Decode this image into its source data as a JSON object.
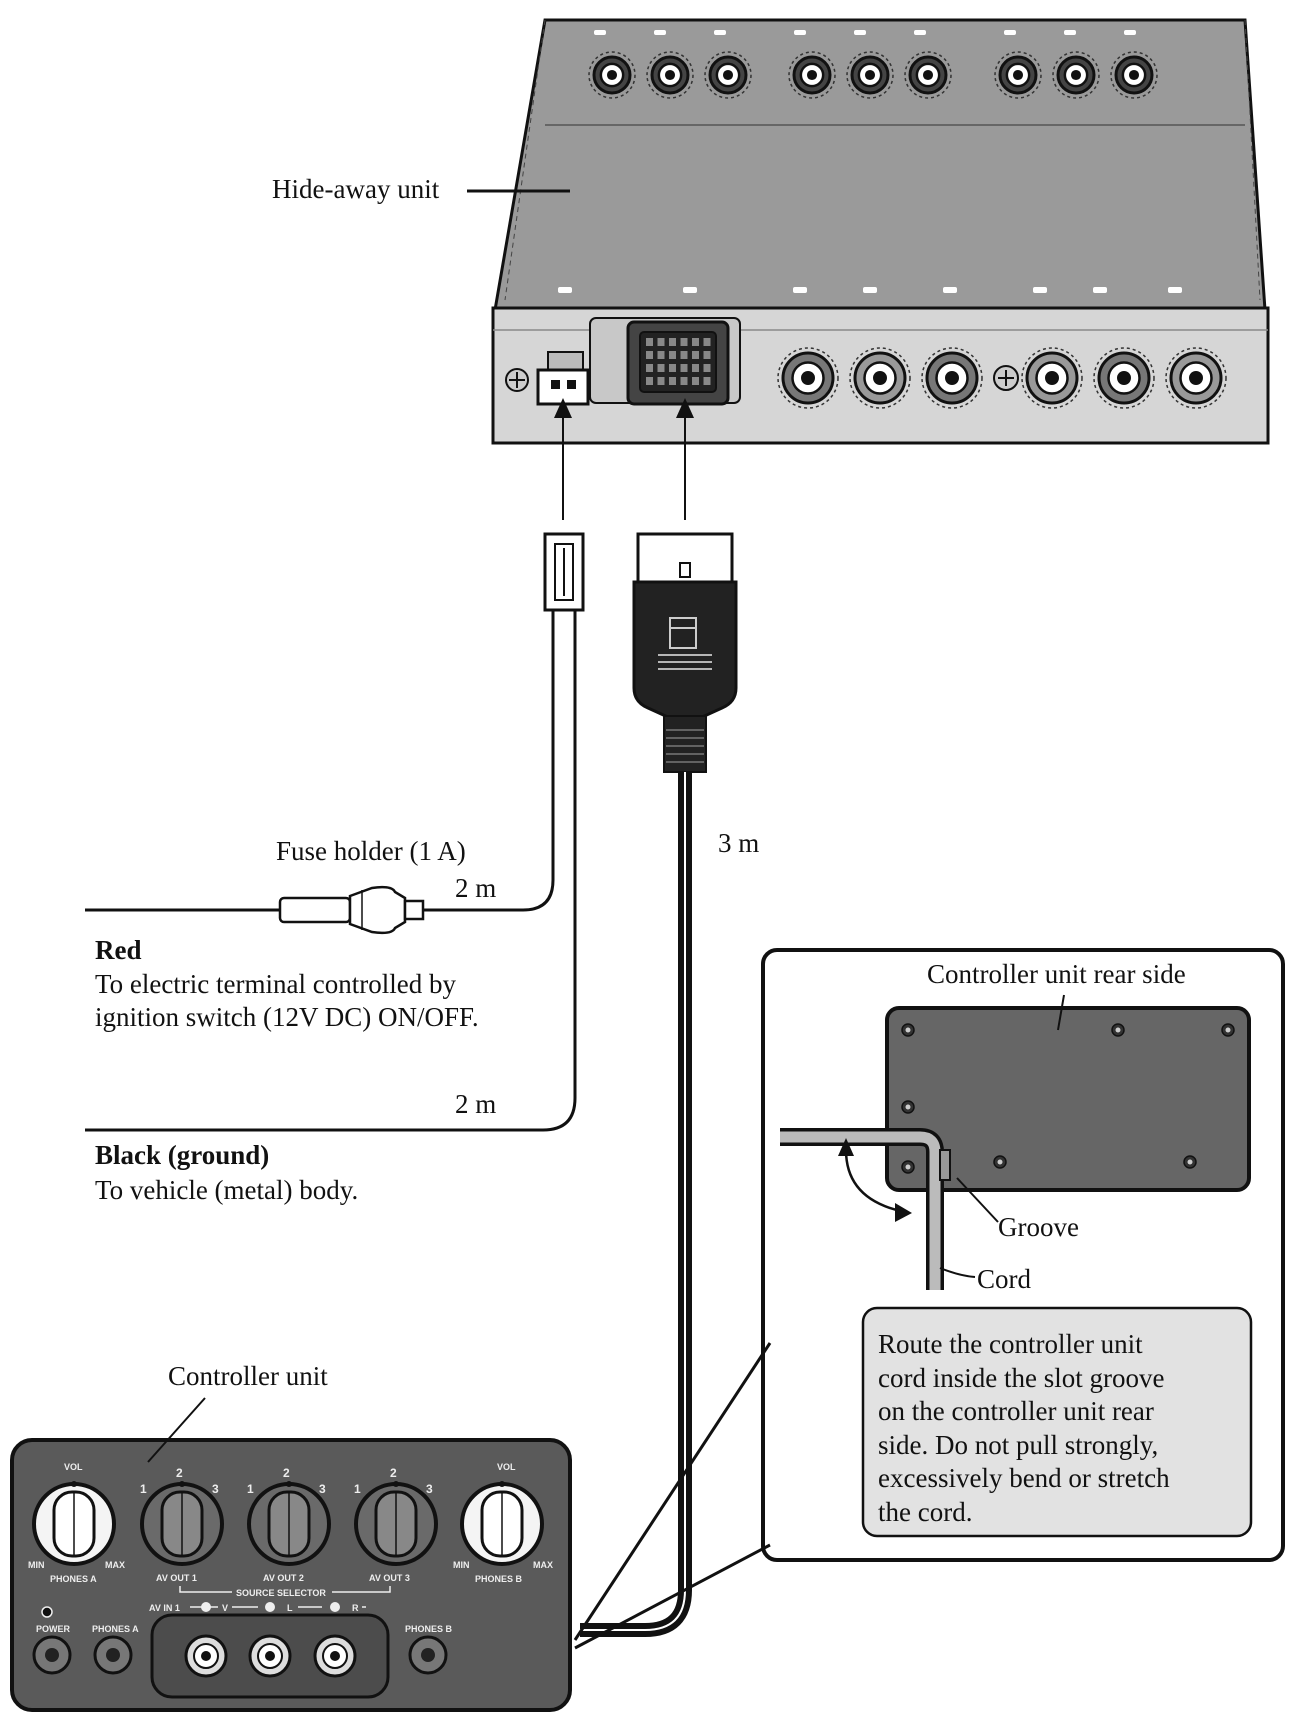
{
  "labels": {
    "hideaway_unit": "Hide-away unit",
    "fuse_holder": "Fuse holder (1 A)",
    "red_length": "2 m",
    "black_length": "2 m",
    "cable_length": "3 m",
    "red_title": "Red",
    "red_desc_1": "To electric terminal controlled by",
    "red_desc_2": "ignition switch (12V DC)  ON/OFF.",
    "black_title": "Black (ground)",
    "black_desc": "To vehicle (metal) body.",
    "controller_rear_side": "Controller unit rear side",
    "groove": "Groove",
    "cord": "Cord",
    "controller_unit": "Controller unit"
  },
  "note_lines": [
    "Route the controller unit",
    "cord inside the slot groove",
    "on the controller unit rear",
    "side. Do not pull strongly,",
    "excessively bend or stretch",
    "the cord."
  ],
  "controller_panel": {
    "vol_left": "VOL",
    "vol_right": "VOL",
    "min": "MIN",
    "max": "MAX",
    "phones_a": "PHONES A",
    "phones_b": "PHONES B",
    "av_out_1": "AV OUT 1",
    "av_out_2": "AV OUT 2",
    "av_out_3": "AV OUT 3",
    "source_selector": "SOURCE SELECTOR",
    "av_in_1": "AV IN 1",
    "jack_v": "V",
    "jack_l": "L",
    "jack_r": "R",
    "power": "POWER",
    "pos_1": "1",
    "pos_2": "2",
    "pos_3": "3"
  },
  "colors": {
    "unit_top": "#9a9a9a",
    "unit_front": "#d6d6d6",
    "controller_body": "#5a5a5a",
    "note_box": "#e2e2e2",
    "line": "#111111"
  }
}
